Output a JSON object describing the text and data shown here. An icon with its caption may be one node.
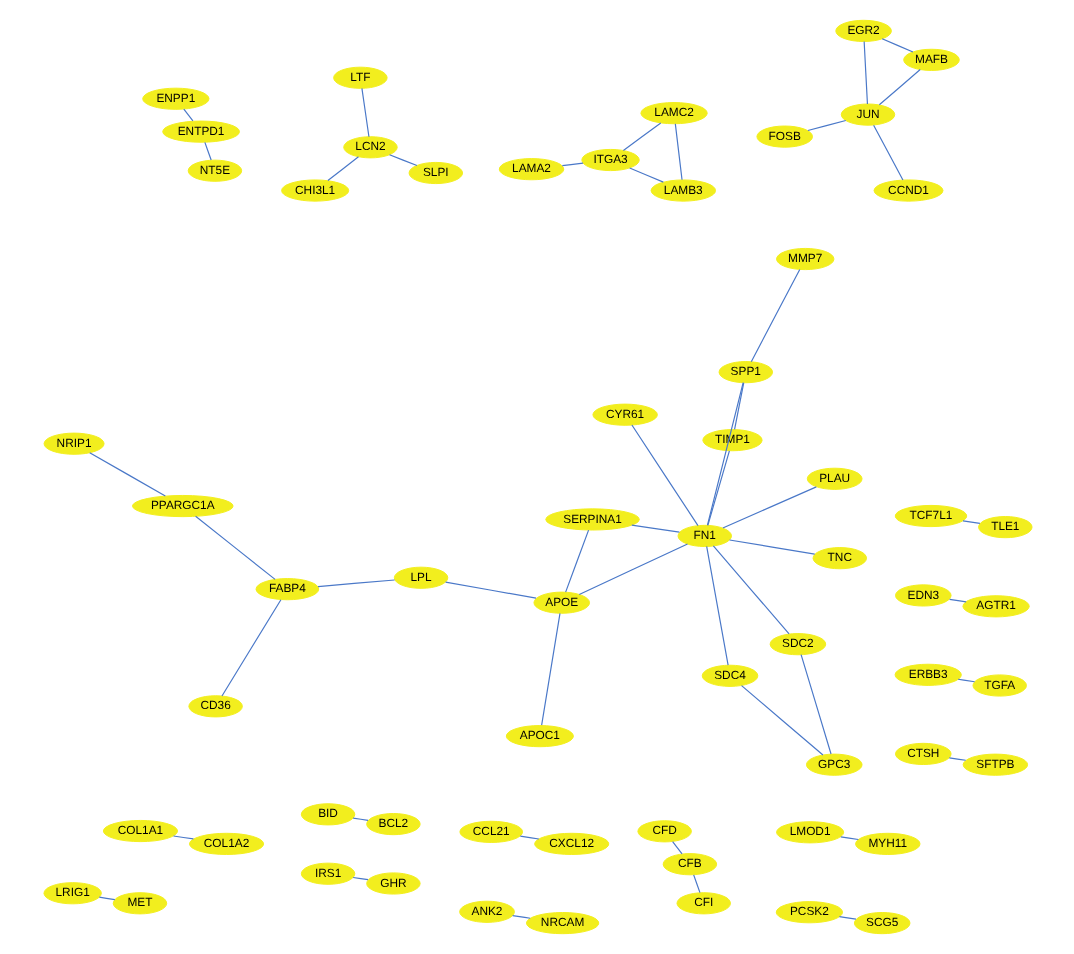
{
  "diagram": {
    "nodes": [
      {
        "text": [
          "PPARGC1A"
        ]
      },
      {
        "text": [
          "CD36"
        ]
      },
      {
        "text": [
          "FABP4"
        ]
      },
      {
        "text": [
          "NRIP1"
        ]
      },
      {
        "text": [
          "BID"
        ]
      },
      {
        "text": [
          "ANK2"
        ]
      },
      {
        "text": [
          "CCL21"
        ]
      },
      {
        "text": [
          "BCL2"
        ]
      },
      {
        "text": [
          "NRCAM"
        ]
      },
      {
        "text": [
          "CXCL12"
        ]
      },
      {
        "text": [
          "LPL"
        ]
      },
      {
        "text": [
          "SERPINA1"
        ]
      },
      {
        "text": [
          "APOC1"
        ]
      },
      {
        "text": [
          "APOE"
        ]
      },
      {
        "text": [
          "SDC4"
        ]
      },
      {
        "text": [
          "GPC3"
        ]
      },
      {
        "text": [
          "FOSB"
        ]
      },
      {
        "text": [
          "PCSK2"
        ]
      },
      {
        "text": [
          "SDC2"
        ]
      },
      {
        "text": [
          "JUN"
        ]
      },
      {
        "text": [
          "SPP1"
        ]
      },
      {
        "text": [
          "FN1"
        ]
      },
      {
        "text": [
          "CCND1"
        ]
      },
      {
        "text": [
          "SCG5"
        ]
      },
      {
        "text": [
          "MMP7"
        ]
      },
      {
        "text": [
          "PLAU"
        ]
      },
      {
        "text": [
          "EGR2"
        ]
      },
      {
        "text": [
          "TIMP1"
        ]
      },
      {
        "text": [
          "TNC"
        ]
      },
      {
        "text": [
          "CYR61"
        ]
      },
      {
        "text": [
          "MAFB"
        ]
      },
      {
        "text": [
          "CTSH"
        ]
      },
      {
        "text": [
          "SFTPB"
        ]
      },
      {
        "text": [
          "LAMA2"
        ]
      },
      {
        "text": [
          "CHI3L1"
        ]
      },
      {
        "text": [
          "ENPP1"
        ]
      },
      {
        "text": [
          "CFD"
        ]
      },
      {
        "text": [
          "SLPI"
        ]
      },
      {
        "text": [
          "LCN2"
        ]
      },
      {
        "text": [
          "ITGA3"
        ]
      },
      {
        "text": [
          "ENTPD1"
        ]
      },
      {
        "text": [
          "CFB"
        ]
      },
      {
        "text": [
          "LAMB3"
        ]
      },
      {
        "text": [
          "LAMC2"
        ]
      },
      {
        "text": [
          "LTF"
        ]
      },
      {
        "text": [
          "CFI"
        ]
      },
      {
        "text": [
          "NT5E"
        ]
      },
      {
        "text": [
          "ERBB3"
        ]
      },
      {
        "text": [
          "IRS1"
        ]
      },
      {
        "text": [
          "LMOD1"
        ]
      },
      {
        "text": [
          "EDN3"
        ]
      },
      {
        "text": [
          "LRIG1"
        ]
      },
      {
        "text": [
          "TCF7L1"
        ]
      },
      {
        "text": [
          "COL1A1"
        ]
      },
      {
        "text": [
          "TGFA"
        ]
      },
      {
        "text": [
          "GHR"
        ]
      },
      {
        "text": [
          "MYH11"
        ]
      },
      {
        "text": [
          "AGTR1"
        ]
      },
      {
        "text": [
          "MET"
        ]
      },
      {
        "text": [
          "TLE1"
        ]
      },
      {
        "text": [
          "COL1A2"
        ]
      }
    ],
    "edges": [
      {
        "from": 0,
        "to": 2,
        "arrow": "none"
      },
      {
        "from": 0,
        "to": 3,
        "arrow": "none"
      },
      {
        "from": 1,
        "to": 2,
        "arrow": "none"
      },
      {
        "from": 2,
        "to": 10,
        "arrow": "none"
      },
      {
        "from": 10,
        "to": 13,
        "arrow": "none"
      },
      {
        "from": 12,
        "to": 13,
        "arrow": "none"
      },
      {
        "from": 13,
        "to": 11,
        "arrow": "none"
      },
      {
        "from": 13,
        "to": 21,
        "arrow": "none"
      },
      {
        "from": 11,
        "to": 21,
        "arrow": "none"
      },
      {
        "from": 21,
        "to": 14,
        "arrow": "none"
      },
      {
        "from": 21,
        "to": 18,
        "arrow": "none"
      },
      {
        "from": 14,
        "to": 15,
        "arrow": "none"
      },
      {
        "from": 15,
        "to": 18,
        "arrow": "none"
      },
      {
        "from": 21,
        "to": 20,
        "arrow": "none"
      },
      {
        "from": 20,
        "to": 24,
        "arrow": "none"
      },
      {
        "from": 20,
        "to": 27,
        "arrow": "none"
      },
      {
        "from": 21,
        "to": 27,
        "arrow": "none"
      },
      {
        "from": 21,
        "to": 28,
        "arrow": "none"
      },
      {
        "from": 21,
        "to": 29,
        "arrow": "none"
      },
      {
        "from": 21,
        "to": 25,
        "arrow": "none"
      },
      {
        "from": 4,
        "to": 7,
        "arrow": "none"
      },
      {
        "from": 5,
        "to": 8,
        "arrow": "none"
      },
      {
        "from": 6,
        "to": 9,
        "arrow": "none"
      },
      {
        "from": 16,
        "to": 19,
        "arrow": "none"
      },
      {
        "from": 19,
        "to": 22,
        "arrow": "none"
      },
      {
        "from": 19,
        "to": 26,
        "arrow": "none"
      },
      {
        "from": 19,
        "to": 30,
        "arrow": "none"
      },
      {
        "from": 26,
        "to": 30,
        "arrow": "none"
      },
      {
        "from": 17,
        "to": 23,
        "arrow": "none"
      },
      {
        "from": 31,
        "to": 32,
        "arrow": "none"
      },
      {
        "from": 33,
        "to": 39,
        "arrow": "none"
      },
      {
        "from": 39,
        "to": 42,
        "arrow": "none"
      },
      {
        "from": 39,
        "to": 43,
        "arrow": "none"
      },
      {
        "from": 42,
        "to": 43,
        "arrow": "none"
      },
      {
        "from": 37,
        "to": 38,
        "arrow": "none"
      },
      {
        "from": 38,
        "to": 34,
        "arrow": "none"
      },
      {
        "from": 38,
        "to": 44,
        "arrow": "none"
      },
      {
        "from": 35,
        "to": 40,
        "arrow": "none"
      },
      {
        "from": 40,
        "to": 46,
        "arrow": "none"
      },
      {
        "from": 36,
        "to": 41,
        "arrow": "none"
      },
      {
        "from": 41,
        "to": 45,
        "arrow": "none"
      },
      {
        "from": 47,
        "to": 54,
        "arrow": "none"
      },
      {
        "from": 48,
        "to": 55,
        "arrow": "none"
      },
      {
        "from": 49,
        "to": 56,
        "arrow": "none"
      },
      {
        "from": 50,
        "to": 57,
        "arrow": "none"
      },
      {
        "from": 51,
        "to": 58,
        "arrow": "none"
      },
      {
        "from": 52,
        "to": 59,
        "arrow": "none"
      },
      {
        "from": 53,
        "to": 60,
        "arrow": "none"
      }
    ]
  }
}
